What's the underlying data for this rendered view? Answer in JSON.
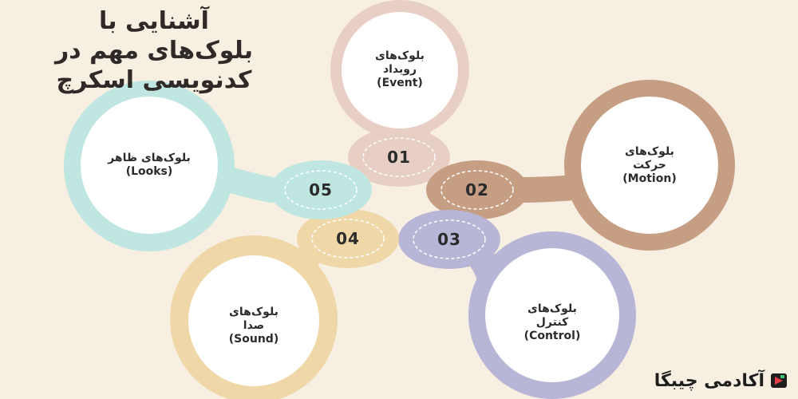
{
  "title": {
    "line1": "آشنایی با",
    "line2": "بلوک‌های مهم در",
    "line3": "کدنویسی اسکرچ"
  },
  "items": [
    {
      "number": "01",
      "line1": "بلوک‌های",
      "line2": "رویداد",
      "line3": "(Event)",
      "color": "#e8cfc5"
    },
    {
      "number": "02",
      "line1": "بلوک‌های",
      "line2": "حرکت",
      "line3": "(Motion)",
      "color": "#c69e84"
    },
    {
      "number": "03",
      "line1": "بلوک‌های",
      "line2": "کنترل",
      "line3": "(Control)",
      "color": "#b7b6d6"
    },
    {
      "number": "04",
      "line1": "بلوک‌های",
      "line2": "صدا",
      "line3": "(Sound)",
      "color": "#efd7a7"
    },
    {
      "number": "05",
      "line1": "بلوک‌های ظاهر",
      "line2": "(Looks)",
      "color": "#bfe6e1"
    }
  ],
  "logo": {
    "text": "آکادمی چیبگا"
  }
}
